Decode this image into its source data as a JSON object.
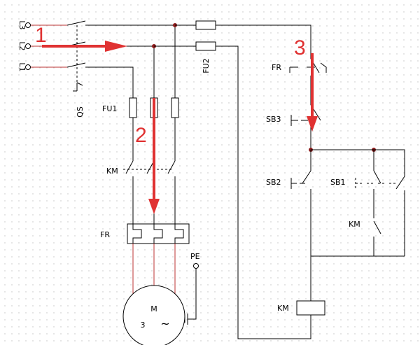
{
  "lines": {
    "l1": "L1",
    "l2": "L2",
    "l3": "L3"
  },
  "labels": {
    "qs": "QS",
    "fu1": "FU1",
    "fu2": "FU2",
    "km_main": "KM",
    "fr_main": "FR",
    "pe": "PE",
    "motor_m": "M",
    "motor_3": "3",
    "motor_ac": "~",
    "fr_ctrl": "FR",
    "sb3": "SB3",
    "sb2": "SB2",
    "sb1": "SB1",
    "km_aux": "KM",
    "km_coil": "KM"
  },
  "annotations": {
    "a1": "1",
    "a2": "2",
    "a3": "3"
  },
  "colors": {
    "annotation": "#e03232",
    "junction": "#8b1a1a",
    "wire": "#000000"
  }
}
